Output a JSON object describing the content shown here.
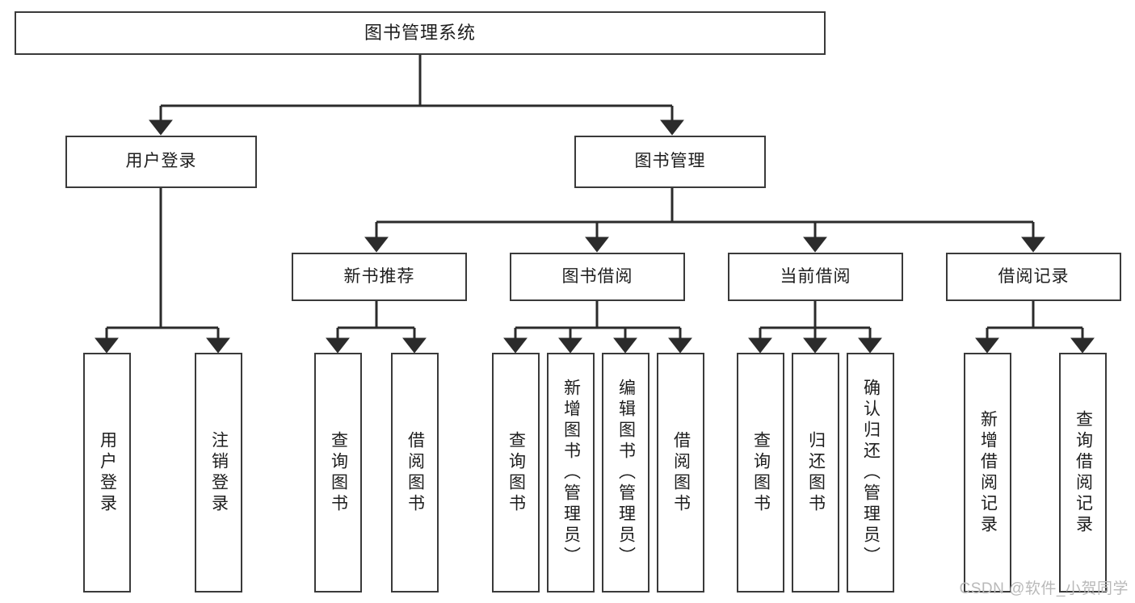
{
  "diagram": {
    "title": "图书管理系统",
    "type": "tree-hierarchy-diagram",
    "colors": {
      "box_border": "#3a3a3a",
      "box_fill": "#ffffff",
      "connector": "#2b2b2b",
      "text": "#1d1d1d",
      "watermark": "#b9b9b9"
    },
    "root": {
      "label": "图书管理系统"
    },
    "level2": [
      {
        "label": "用户登录"
      },
      {
        "label": "图书管理"
      }
    ],
    "level3": [
      {
        "label": "新书推荐"
      },
      {
        "label": "图书借阅"
      },
      {
        "label": "当前借阅"
      },
      {
        "label": "借阅记录"
      }
    ],
    "leaves": {
      "user_login": [
        {
          "label": "用户登录"
        },
        {
          "label": "注销登录"
        }
      ],
      "new_book_recommend": [
        {
          "label": "查询图书"
        },
        {
          "label": "借阅图书"
        }
      ],
      "book_borrow": [
        {
          "label": "查询图书"
        },
        {
          "label": "新增图书（管理员）"
        },
        {
          "label": "编辑图书（管理员）"
        },
        {
          "label": "借阅图书"
        }
      ],
      "current_borrow": [
        {
          "label": "查询图书"
        },
        {
          "label": "归还图书"
        },
        {
          "label": "确认归还（管理员）"
        }
      ],
      "borrow_records": [
        {
          "label": "新增借阅记录"
        },
        {
          "label": "查询借阅记录"
        }
      ]
    }
  },
  "watermark": {
    "text": "CSDN @软件_小贺同学"
  }
}
